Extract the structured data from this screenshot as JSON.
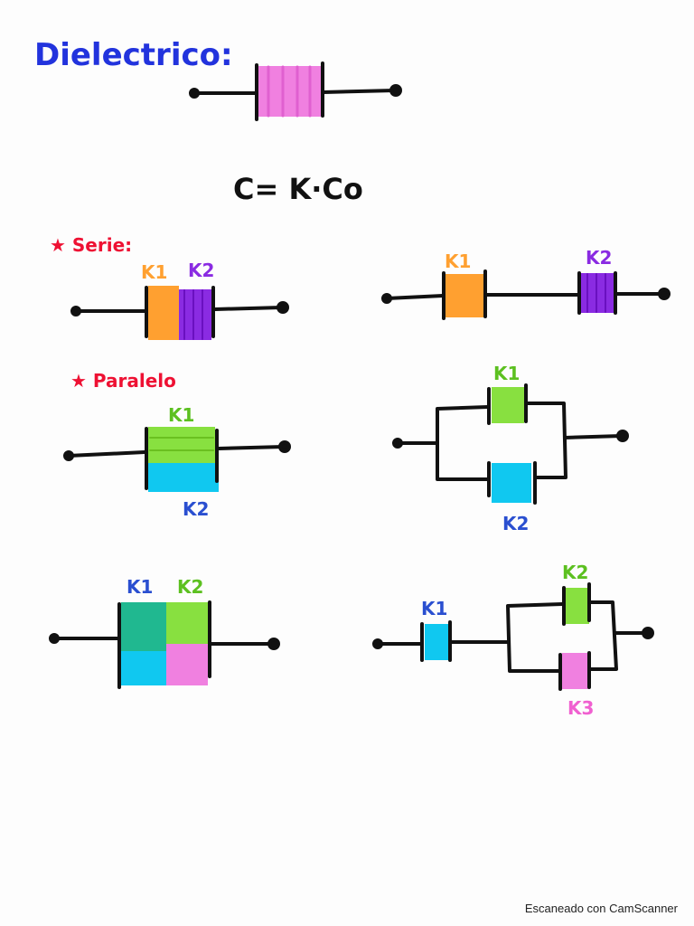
{
  "title": "Dielectrico:",
  "formula": "C= K·Co",
  "sections": {
    "series": "★ Serie:",
    "parallel": "★ Paralelo"
  },
  "labels": {
    "k1": "K1",
    "k2": "K2",
    "k3": "K3"
  },
  "colors": {
    "title_blue": "#2233dd",
    "red": "#ee1133",
    "orange": "#ffa030",
    "purple": "#8a2be2",
    "magenta": "#f080e0",
    "green": "#88e040",
    "cyan": "#10c8f0",
    "ink": "#111111"
  },
  "footer": "Escaneado con CamScanner"
}
